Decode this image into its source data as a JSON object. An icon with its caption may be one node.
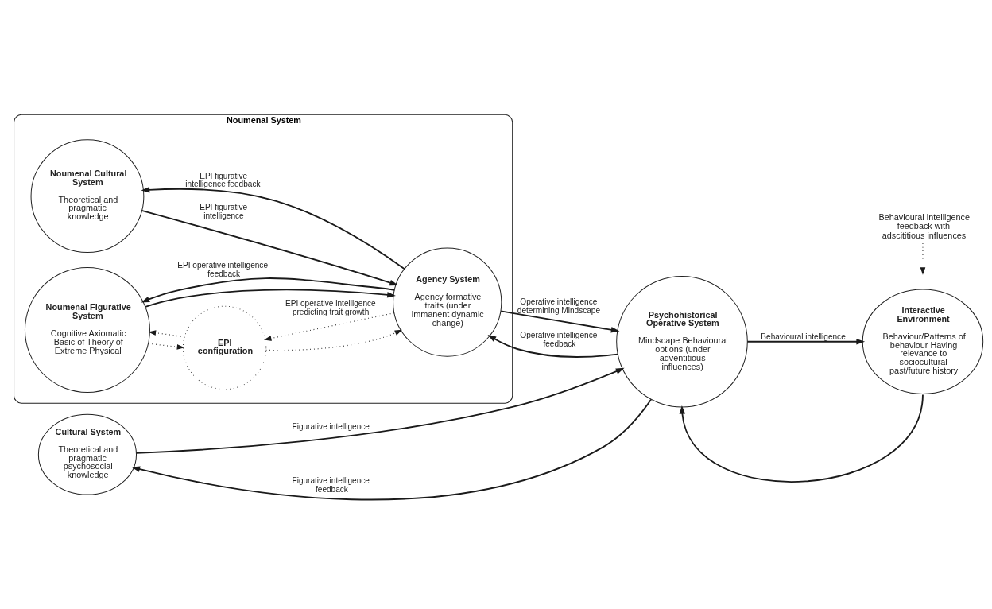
{
  "diagram": {
    "nodes": [
      {
        "text": [
          "Noumenal System"
        ]
      },
      {
        "text": [
          "Noumenal Cultural System",
          "Theoretical and pragmatic knowledge"
        ],
        "in": 0
      },
      {
        "text": [
          "Noumenal Figurative System",
          "Cognitive Axiomatic Basic of Theory of Extreme Physical"
        ],
        "in": 0
      },
      {
        "text": [
          "EPI configuration"
        ],
        "in": 0
      },
      {
        "text": [
          "Agency System",
          "Agency formative traits (under immanent dynamic change)"
        ],
        "in": 0
      },
      {
        "text": [
          "Psychohistorical Operative System",
          "Mindscape Behavioural options (under adventitious influences)"
        ]
      },
      {
        "text": [
          "Interactive Environment",
          "Behaviour/Patterns of behaviour Having relevance to sociocultural past/future history"
        ]
      },
      {
        "text": [
          "Cultural System",
          "Theoretical and pragmatic psychosocial knowledge"
        ]
      },
      {
        "text": [
          "Behavioural intelligence feedback with adscititious influences"
        ]
      }
    ],
    "edges": [
      {
        "from": 1,
        "to": 4,
        "arrow": "to",
        "label": "EPI figurative intelligence"
      },
      {
        "from": 2,
        "to": 4,
        "arrow": "to"
      },
      {
        "from": 2,
        "to": 3,
        "arrow": "to",
        "style": "dashed"
      },
      {
        "from": 4,
        "to": 3,
        "arrow": "to",
        "style": "dashed",
        "label": "EPI operative intelligence predicting trait growth"
      },
      {
        "from": 3,
        "to": 4,
        "arrow": "to",
        "style": "dashed"
      },
      {
        "from": 3,
        "to": 2,
        "arrow": "to",
        "style": "dashed"
      },
      {
        "from": 4,
        "to": 5,
        "arrow": "to",
        "label": "Operative intelligence determining Mindscape"
      },
      {
        "from": 4,
        "to": 2,
        "arrow": "to",
        "label": "EPI operative intelligence feedback"
      },
      {
        "from": 4,
        "to": 1,
        "arrow": "to",
        "label": "EPI figurative intelligence feedback"
      },
      {
        "from": 5,
        "to": 6,
        "arrow": "to",
        "label": "Behavioural intelligence"
      },
      {
        "from": 6,
        "to": 5,
        "arrow": "to"
      },
      {
        "from": 5,
        "to": 4,
        "arrow": "to",
        "label": "Operative intelligence feedback"
      },
      {
        "from": 5,
        "to": 7,
        "arrow": "to",
        "label": "Figurative intelligence feedback"
      },
      {
        "from": 7,
        "to": 5,
        "arrow": "to",
        "label": "Figurative intelligence"
      },
      {
        "from": 8,
        "to": null,
        "arrow": "to",
        "style": "dashed"
      }
    ]
  }
}
